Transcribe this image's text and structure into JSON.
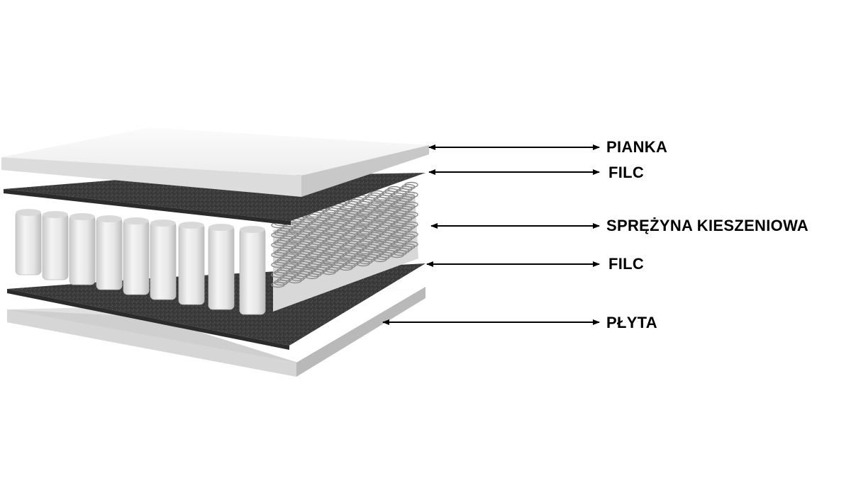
{
  "labels": [
    {
      "id": "pianka",
      "text": "PIANKA"
    },
    {
      "id": "filc-top",
      "text": "FILC"
    },
    {
      "id": "sprezyna",
      "text": "SPRĘŻYNA KIESZENIOWA"
    },
    {
      "id": "filc-bottom",
      "text": "FILC"
    },
    {
      "id": "plyta",
      "text": "PŁYTA"
    }
  ],
  "colors": {
    "foam": "#f1f1f1",
    "felt": "#3c3c3c",
    "board": "#d3d3d3",
    "pocket": "#e9e9e9",
    "spring_wire": "#8f8f8f",
    "arrow": "#000000"
  }
}
